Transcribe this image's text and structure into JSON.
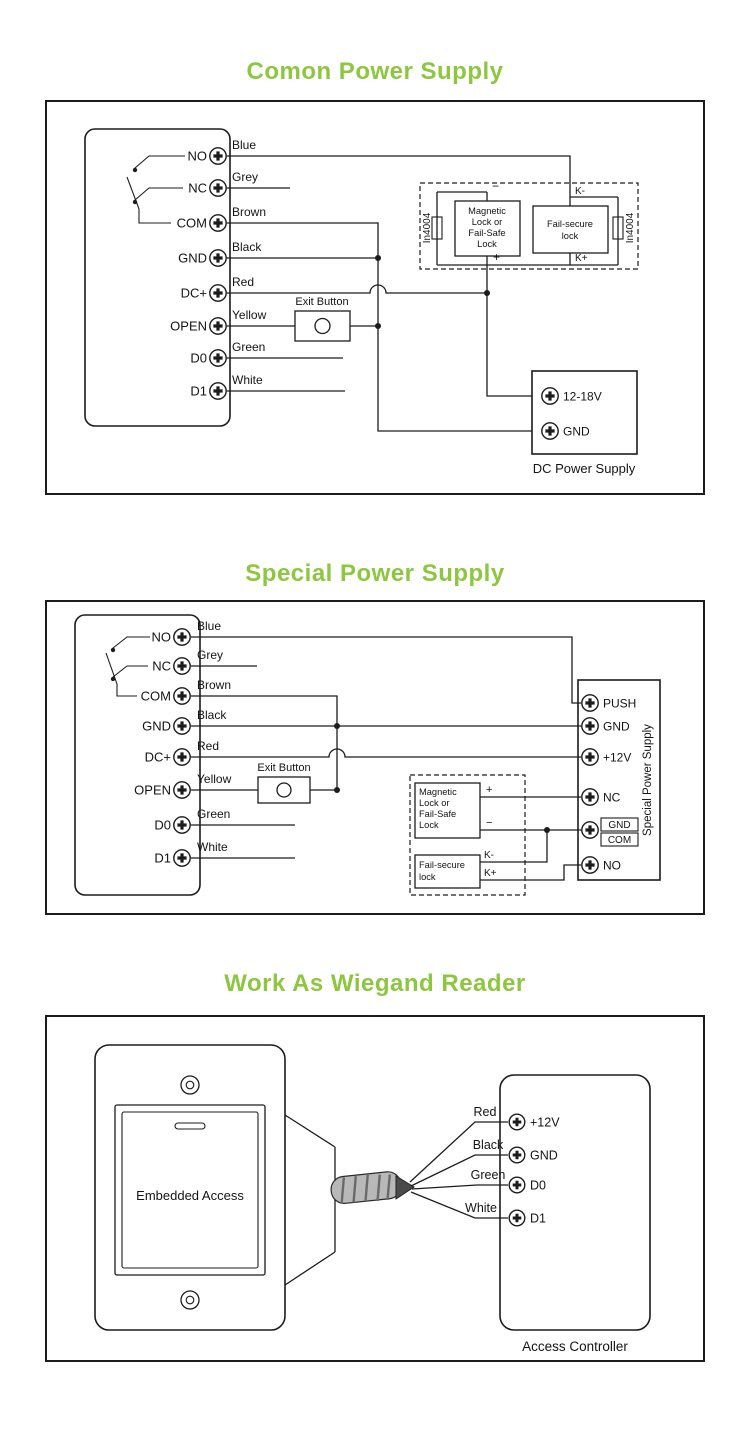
{
  "colors": {
    "accent": "#8DC63F",
    "ink": "#1c1c1c"
  },
  "sections": {
    "common": {
      "title": "Comon Power Supply"
    },
    "special": {
      "title": "Special Power Supply"
    },
    "wiegand": {
      "title": "Work As Wiegand Reader"
    }
  },
  "d1": {
    "terminals": [
      "NO",
      "NC",
      "COM",
      "GND",
      "DC+",
      "OPEN",
      "D0",
      "D1"
    ],
    "wires": [
      "Blue",
      "Grey",
      "Brown",
      "Black",
      "Red",
      "Yellow",
      "Green",
      "White"
    ],
    "exit_button": "Exit Button",
    "diodes": [
      "In4004",
      "In4004"
    ],
    "magnetic_lock": [
      "Magnetic",
      "Lock or",
      "Fail-Safe",
      "Lock"
    ],
    "fail_secure": [
      "Fail-secure",
      "lock"
    ],
    "signs": {
      "minus": "−",
      "plus": "+",
      "k_minus": "K-",
      "k_plus": "K+"
    },
    "psu": {
      "voltage": "12-18V",
      "gnd": "GND",
      "caption": "DC Power Supply"
    }
  },
  "d2": {
    "terminals": [
      "NO",
      "NC",
      "COM",
      "GND",
      "DC+",
      "OPEN",
      "D0",
      "D1"
    ],
    "wires": [
      "Blue",
      "Grey",
      "Brown",
      "Black",
      "Red",
      "Yellow",
      "Green",
      "White"
    ],
    "exit_button": "Exit Button",
    "magnetic_lock": [
      "Magnetic",
      "Lock or",
      "Fail-Safe",
      "Lock"
    ],
    "fail_secure": [
      "Fail-secure",
      "lock"
    ],
    "signs": {
      "plus": "+",
      "minus": "−",
      "k_minus": "K-",
      "k_plus": "K+"
    },
    "psu": {
      "terminals": [
        "PUSH",
        "GND",
        "+12V",
        "NC",
        "NO"
      ],
      "gnd_box": "GND",
      "com_box": "COM",
      "caption": "Special Power Supply"
    }
  },
  "d3": {
    "device_label": "Embedded Access",
    "wires": [
      "Red",
      "Black",
      "Green",
      "White"
    ],
    "controller": {
      "terminals": [
        "+12V",
        "GND",
        "D0",
        "D1"
      ],
      "caption": "Access Controller"
    }
  }
}
